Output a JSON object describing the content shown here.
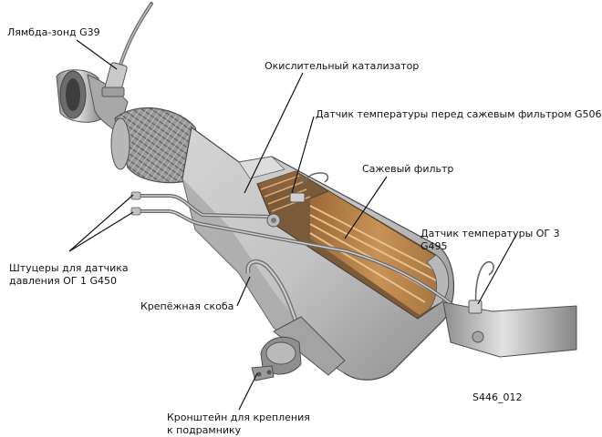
{
  "labels": {
    "lambda_probe": "Лямбда-зонд G39",
    "oxidation_catalyst": "Окислительный катализатор",
    "temp_sensor_g506": "Датчик температуры перед сажевым фильтром G506",
    "soot_filter": "Сажевый фильтр",
    "temp_sensor_og3_line1": "Датчик температуры ОГ 3",
    "temp_sensor_og3_line2": "G495",
    "fittings_line1": "Штуцеры для датчика",
    "fittings_line2": "давления ОГ 1 G450",
    "mounting_clip": "Крепёжная скоба",
    "bracket_line1": "Кронштейн для крепления",
    "bracket_line2": "к подрамнику"
  },
  "figure_code": "S446_012",
  "colors": {
    "metal_light": "#d9d9d9",
    "metal_mid": "#b4b4b4",
    "metal_dark": "#7d7d7d",
    "filter_brown": "#b5814a",
    "filter_stripe": "#dcb27c"
  }
}
